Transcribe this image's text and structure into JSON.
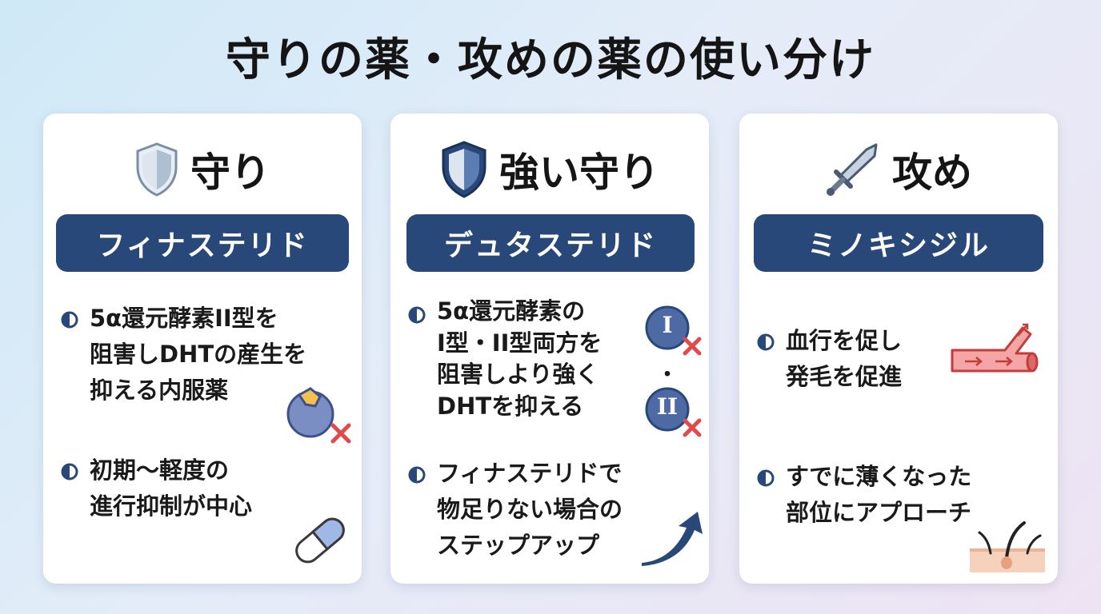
{
  "title": "守りの薬・攻めの薬の使い分け",
  "cards": [
    {
      "heading": "守り",
      "icon": "shield-icon",
      "drug": "フィナステリド",
      "bullets": [
        {
          "text": "5α還元酵素II型を\n阻害しDHTの産生を\n抑える内服薬",
          "illustration": "enzyme-block-icon"
        },
        {
          "text": "初期〜軽度の\n進行抑制が中心",
          "illustration": "capsule-icon"
        }
      ]
    },
    {
      "heading": "強い守り",
      "icon": "strong-shield-icon",
      "drug": "デュタステリド",
      "bullets": [
        {
          "text": "5α還元酵素の\nI型・II型両方を\n阻害しより強く\nDHTを抑える",
          "illustration": "type-block-icon"
        },
        {
          "text": "フィナステリドで\n物足りない場合の\nステップアップ",
          "illustration": "step-up-arrow-icon"
        }
      ],
      "type_badges": [
        "I",
        "・",
        "II"
      ]
    },
    {
      "heading": "攻め",
      "icon": "sword-icon",
      "drug": "ミノキシジル",
      "bullets": [
        {
          "text": "血行を促し\n発毛を促進",
          "illustration": "blood-vessel-icon"
        },
        {
          "text": "すでに薄くなった\n部位にアプローチ",
          "illustration": "hair-follicle-icon"
        }
      ]
    }
  ],
  "colors": {
    "navy": "#28487a",
    "accent_red": "#e04a4a",
    "card_bg": "#ffffff"
  }
}
